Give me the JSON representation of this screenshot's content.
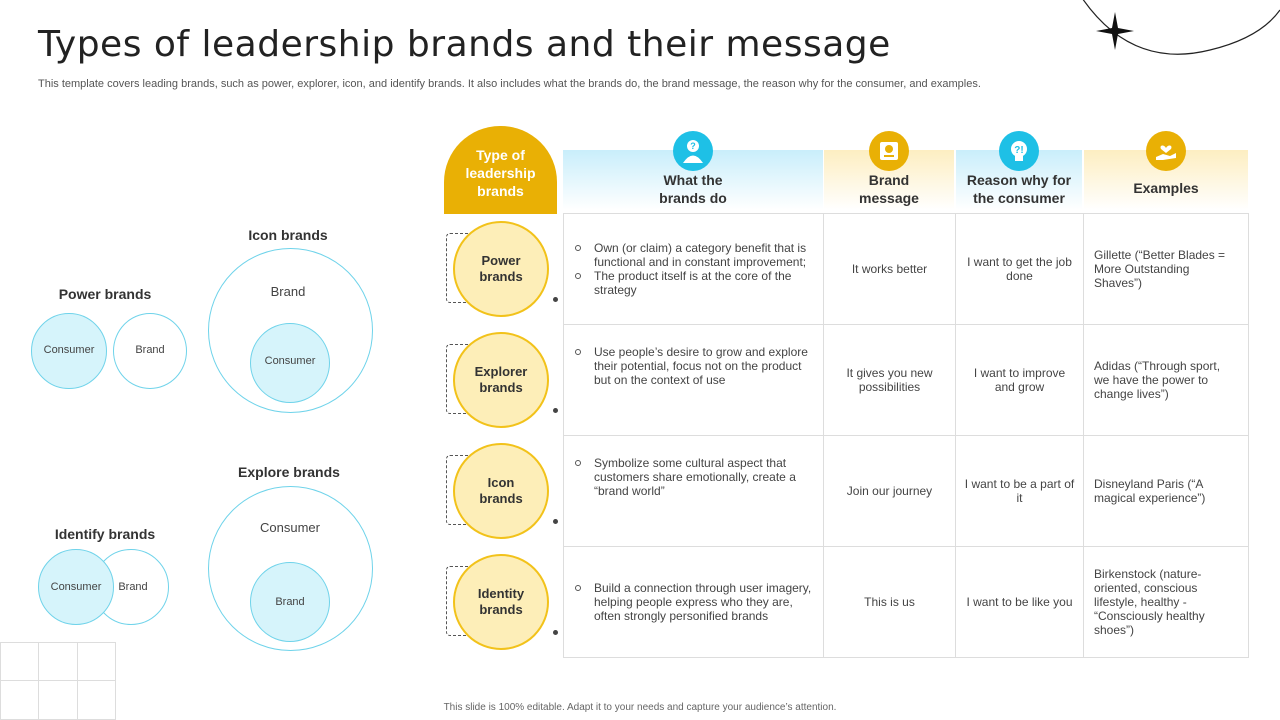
{
  "header": {
    "title": "Types of leadership brands and their message",
    "subtitle": "This template covers leading brands, such as power, explorer, icon, and identify brands. It also includes what the brands do, the brand message, the reason why for the consumer, and examples."
  },
  "diagrams": {
    "power": {
      "label": "Power brands",
      "left": "Consumer",
      "right": "Brand"
    },
    "icon": {
      "label": "Icon brands",
      "outer": "Brand",
      "inner": "Consumer"
    },
    "explore": {
      "label": "Explore brands",
      "outer": "Consumer",
      "inner": "Brand"
    },
    "identify": {
      "label": "Identify brands",
      "left": "Consumer",
      "right": "Brand"
    }
  },
  "table": {
    "type_header": "Type of leadership brands",
    "columns": [
      {
        "label": "What the brands do",
        "icon": "question-person-icon"
      },
      {
        "label": "Brand message",
        "icon": "certificate-icon"
      },
      {
        "label": "Reason why for the consumer",
        "icon": "idea-head-icon"
      },
      {
        "label": "Examples",
        "icon": "hand-heart-icon"
      }
    ],
    "rows": [
      {
        "type": "Power brands",
        "does": [
          "Own (or claim) a category benefit that is functional and in constant improvement;",
          "The product itself is at the core of the strategy"
        ],
        "message": "It works better",
        "reason": "I want to get the job done",
        "example": "Gillette (“Better Blades = More Outstanding Shaves”)"
      },
      {
        "type": "Explorer brands",
        "does": [
          "Use people’s desire to grow and explore their potential, focus not on the product but on the context of use"
        ],
        "message": "It gives you new possibilities",
        "reason": "I want to improve and grow",
        "example": "Adidas (“Through sport, we have the power to change lives”)"
      },
      {
        "type": "Icon brands",
        "does": [
          "Symbolize some cultural aspect that customers share emotionally, create a “brand world”"
        ],
        "message": "Join our journey",
        "reason": "I want to be a part of it",
        "example": "Disneyland Paris (“A magical experience”)"
      },
      {
        "type": "Identity brands",
        "does": [
          "Build a connection through user imagery, helping people express who they are, often strongly personified brands"
        ],
        "message": "This is us",
        "reason": "I want to be like you",
        "example": "Birkenstock (nature-oriented, conscious lifestyle, healthy - “Consciously healthy shoes”)"
      }
    ]
  },
  "footer": {
    "text": "This slide is 100% editable. Adapt it to your needs and capture your audience’s attention."
  },
  "colors": {
    "accent_yellow": "#e9b005",
    "accent_blue": "#1ec0e6",
    "circle_fill": "#d6f4fb"
  }
}
